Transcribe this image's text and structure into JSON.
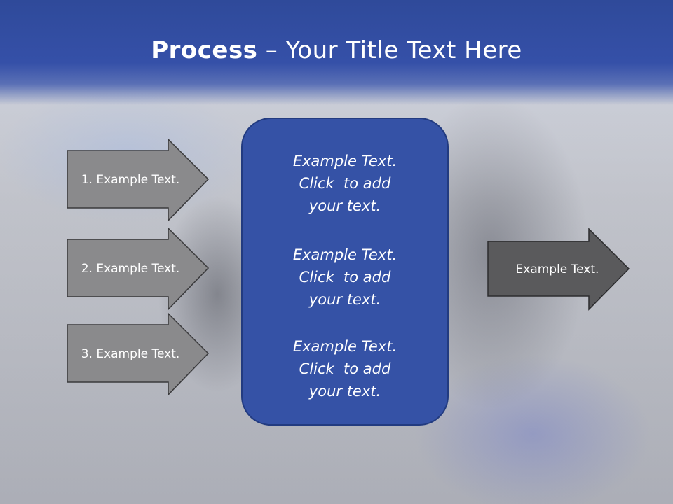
{
  "title": {
    "bold": "Process",
    "rest": " – Your Title Text Here"
  },
  "left_steps": [
    {
      "label": "1. Example Text."
    },
    {
      "label": "2. Example Text."
    },
    {
      "label": "3. Example Text."
    }
  ],
  "center_blocks": [
    {
      "lines": [
        "Example Text.",
        "Click  to add",
        "your text."
      ]
    },
    {
      "lines": [
        "Example Text.",
        "Click  to add",
        "your text."
      ]
    },
    {
      "lines": [
        "Example Text.",
        "Click  to add",
        "your text."
      ]
    }
  ],
  "output": {
    "label": "Example Text."
  },
  "colors": {
    "header_blue": "#3550a8",
    "center_box_fill": "#3552a6",
    "input_arrow_fill": "#8a8a8c",
    "output_arrow_fill": "#5a5a5c"
  }
}
